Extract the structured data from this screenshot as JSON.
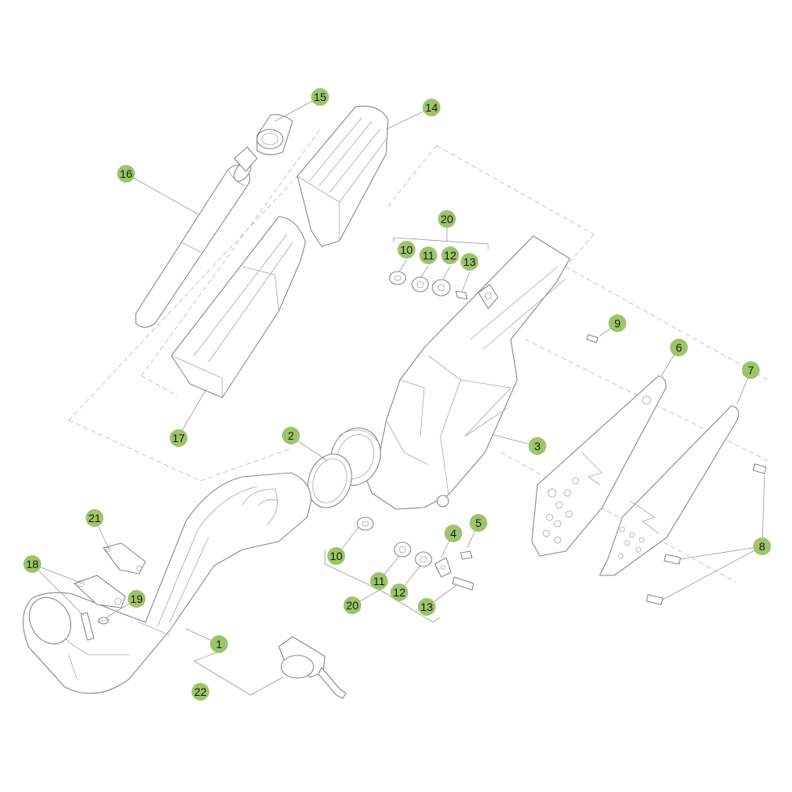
{
  "colors": {
    "callout_fill": "#9dc46a",
    "line": "#8a8a8a"
  },
  "callouts": [
    {
      "id": "c-15",
      "label": "15"
    },
    {
      "id": "c-14",
      "label": "14"
    },
    {
      "id": "c-16",
      "label": "16"
    },
    {
      "id": "c-20-top",
      "label": "20"
    },
    {
      "id": "c-10-top",
      "label": "10"
    },
    {
      "id": "c-11-top",
      "label": "11"
    },
    {
      "id": "c-12-top",
      "label": "12"
    },
    {
      "id": "c-13-top",
      "label": "13"
    },
    {
      "id": "c-9",
      "label": "9"
    },
    {
      "id": "c-6",
      "label": "6"
    },
    {
      "id": "c-7",
      "label": "7"
    },
    {
      "id": "c-17",
      "label": "17"
    },
    {
      "id": "c-2",
      "label": "2"
    },
    {
      "id": "c-3",
      "label": "3"
    },
    {
      "id": "c-4",
      "label": "4"
    },
    {
      "id": "c-5",
      "label": "5"
    },
    {
      "id": "c-21",
      "label": "21"
    },
    {
      "id": "c-8",
      "label": "8"
    },
    {
      "id": "c-10-bot",
      "label": "10"
    },
    {
      "id": "c-18",
      "label": "18"
    },
    {
      "id": "c-11-bot",
      "label": "11"
    },
    {
      "id": "c-12-bot",
      "label": "12"
    },
    {
      "id": "c-19",
      "label": "19"
    },
    {
      "id": "c-20-bot",
      "label": "20"
    },
    {
      "id": "c-13-bot",
      "label": "13"
    },
    {
      "id": "c-1",
      "label": "1"
    },
    {
      "id": "c-22",
      "label": "22"
    }
  ]
}
